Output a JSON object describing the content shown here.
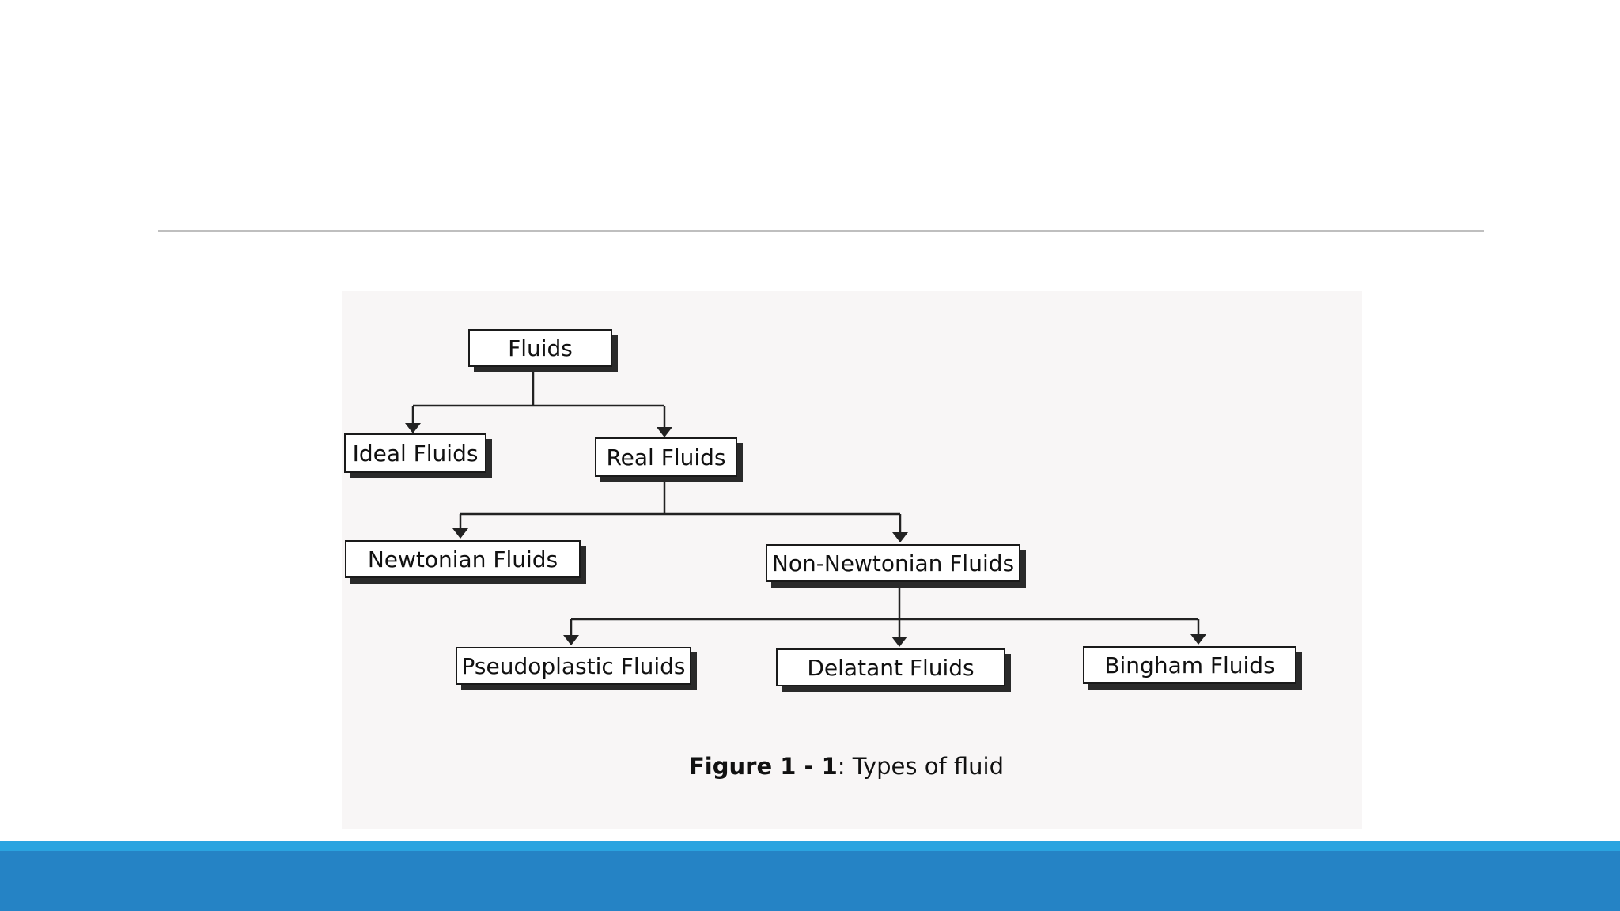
{
  "slide": {
    "colors": {
      "accent_bar": "#2583c5",
      "accent_bar_highlight": "#2aa4e0",
      "rule": "#bfbfbf"
    }
  },
  "diagram": {
    "nodes": {
      "fluids": "Fluids",
      "ideal": "Ideal Fluids",
      "real": "Real Fluids",
      "newtonian": "Newtonian Fluids",
      "non_newtonian": "Non-Newtonian Fluids",
      "pseudoplastic": "Pseudoplastic Fluids",
      "delatant": "Delatant Fluids",
      "bingham": "Bingham Fluids"
    },
    "edges": [
      [
        "fluids",
        "ideal"
      ],
      [
        "fluids",
        "real"
      ],
      [
        "real",
        "newtonian"
      ],
      [
        "real",
        "non_newtonian"
      ],
      [
        "non_newtonian",
        "pseudoplastic"
      ],
      [
        "non_newtonian",
        "delatant"
      ],
      [
        "non_newtonian",
        "bingham"
      ]
    ],
    "caption": {
      "label": "Figure 1 - 1",
      "text": ": Types of fluid"
    }
  }
}
